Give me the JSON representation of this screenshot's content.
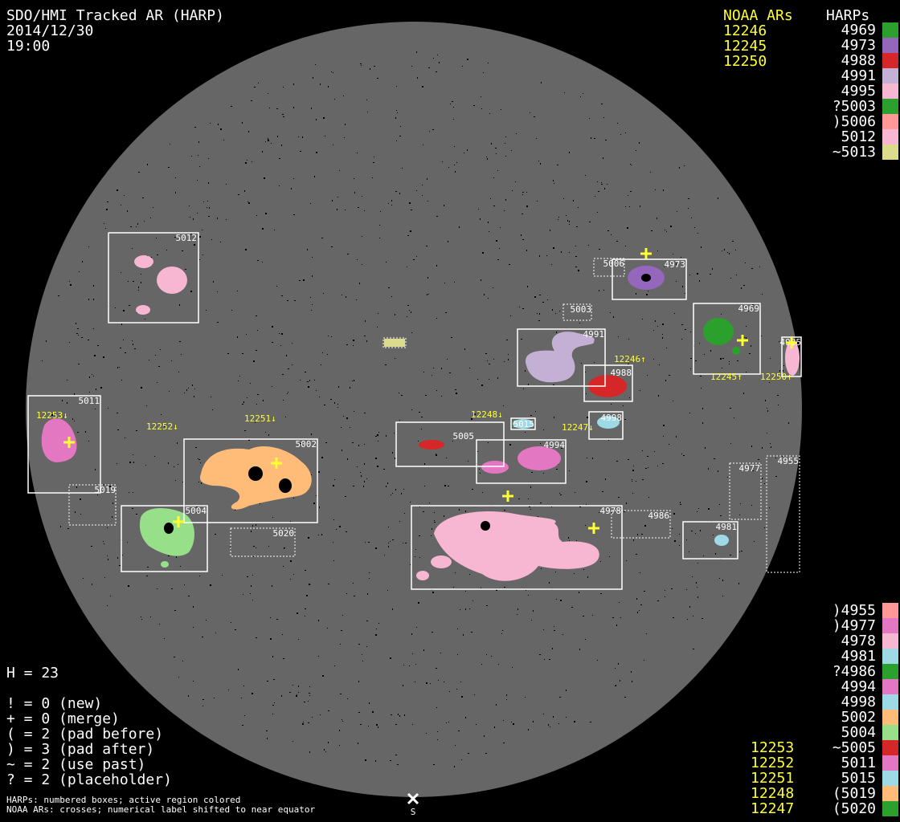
{
  "header": {
    "title": "SDO/HMI Tracked AR (HARP)",
    "date": "2014/12/30",
    "time": "19:00"
  },
  "top_table": {
    "noaa_header": "NOAA ARs",
    "harps_header": "HARPs",
    "noaa": [
      "12246",
      "12245",
      "12250"
    ],
    "harps": [
      {
        "label": "4969",
        "color": "#2ca02c"
      },
      {
        "label": "4973",
        "color": "#9467bd"
      },
      {
        "label": "4988",
        "color": "#d62728"
      },
      {
        "label": "4991",
        "color": "#c5b0d5"
      },
      {
        "label": "4995",
        "color": "#f7b6d2"
      },
      {
        "label": "?5003",
        "color": "#2ca02c"
      },
      {
        "label": ")5006",
        "color": "#ff9896"
      },
      {
        "label": "5012",
        "color": "#f7b6d2"
      },
      {
        "label": "~5013",
        "color": "#dbdb8d"
      }
    ]
  },
  "bottom_table": {
    "noaa": [
      "12253",
      "12252",
      "12251",
      "12248",
      "12247"
    ],
    "harps": [
      {
        "label": ")4955",
        "color": "#ff9896"
      },
      {
        "label": ")4977",
        "color": "#e377c2"
      },
      {
        "label": "4978",
        "color": "#f7b6d2"
      },
      {
        "label": "4981",
        "color": "#9edae5"
      },
      {
        "label": "?4986",
        "color": "#2ca02c"
      },
      {
        "label": "4994",
        "color": "#e377c2"
      },
      {
        "label": "4998",
        "color": "#9edae5"
      },
      {
        "label": "5002",
        "color": "#ffbb78"
      },
      {
        "label": "5004",
        "color": "#98df8a"
      },
      {
        "label": "~5005",
        "color": "#d62728"
      },
      {
        "label": "5011",
        "color": "#e377c2"
      },
      {
        "label": "5015",
        "color": "#9edae5"
      },
      {
        "label": "(5019",
        "color": "#ffbb78"
      },
      {
        "label": "(5020",
        "color": "#2ca02c"
      }
    ]
  },
  "legend": {
    "count": "H = 23",
    "items": [
      "! = 0 (new)",
      "+ = 0 (merge)",
      "( = 2 (pad before)",
      ") = 3 (pad after)",
      "~ = 2 (use past)",
      "? = 2 (placeholder)"
    ]
  },
  "footer": {
    "line1": "HARPs: numbered boxes; active region colored",
    "line2": "NOAA ARs: crosses; numerical label shifted to near equator",
    "south_label": "S"
  },
  "disk": {
    "region_labels": {
      "r5012": "5012",
      "r5006": "5006",
      "r4973": "4973",
      "r5003": "5003",
      "r4969": "4969",
      "r4995": "4995",
      "r4991": "4991",
      "r4988": "4988",
      "r5011": "5011",
      "r5002": "5002",
      "r5019": "5019",
      "r5004": "5004",
      "r5020": "5020",
      "r5005": "5005",
      "r5015": "5015",
      "r4998": "4998",
      "r4994": "4994",
      "r4978": "4978",
      "r4986": "4986",
      "r4981": "4981",
      "r4977": "4977",
      "r4955": "4955"
    },
    "noaa_labels": {
      "n12246": "12246↑",
      "n12245": "12245↑",
      "n12250": "12250↑",
      "n12253": "12253↓",
      "n12252": "12252↓",
      "n12251": "12251↓",
      "n12248": "12248↓",
      "n12247": "12247↓"
    }
  }
}
